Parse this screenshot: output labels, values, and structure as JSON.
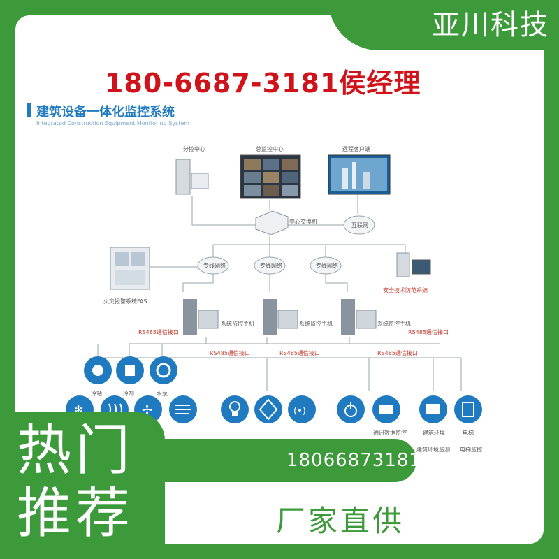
{
  "brand": "亚川科技",
  "phone_header": "180-6687-3181侯经理",
  "diagram": {
    "title": "建筑设备一体化监控系统",
    "subtitle": "Integrated Construction Equipment Monitoring System",
    "nodes": {
      "branch_center": "分控中心",
      "main_center": "总监控中心",
      "remote_client": "远程客户端",
      "core_switch": "中心交换机",
      "internet": "互联网",
      "net1": "专线网络",
      "net2": "专线网络",
      "net3": "专线网络",
      "fas": "火灾报警系统FAS",
      "security": "安全技术防范系统",
      "host1": "系统监控主机",
      "host2": "系统监控主机",
      "host3": "系统监控主机",
      "rs485_a": "RS485通信接口",
      "rs485_b": "RS485通信接口",
      "rs485_c": "RS485通信接口",
      "rs485_d": "RS485通信接口",
      "rs485_e": "RS485通信接口"
    },
    "devices": [
      {
        "icon": "fan-icon",
        "label": "冷站"
      },
      {
        "icon": "tower-icon",
        "label": "冷却"
      },
      {
        "icon": "pump-icon",
        "label": "水泵"
      },
      {
        "icon": "snow-icon",
        "label": ""
      },
      {
        "icon": "heat-icon",
        "label": ""
      },
      {
        "icon": "ventilation-icon",
        "label": ""
      },
      {
        "icon": "airflow-icon",
        "label": ""
      },
      {
        "icon": "bulb-icon",
        "label": ""
      },
      {
        "icon": "power-icon",
        "label": ""
      },
      {
        "icon": "wireless-icon",
        "label": ""
      },
      {
        "icon": "switch-icon",
        "label": ""
      },
      {
        "icon": "meter-icon",
        "label": "通讯数据监控"
      },
      {
        "icon": "monitor-icon",
        "label": "建筑环境"
      },
      {
        "icon": "elevator-icon",
        "label": "电梯"
      }
    ],
    "bottom_labels": {
      "env": "建筑环境监测",
      "elevator": "电梯监控"
    }
  },
  "badge_hot": "热门推荐",
  "phone_bar": "18066873181",
  "factory_direct": "厂家直供",
  "colors": {
    "green": "#3d9a3a",
    "red": "#d0131a",
    "blue": "#1f7ac0"
  }
}
